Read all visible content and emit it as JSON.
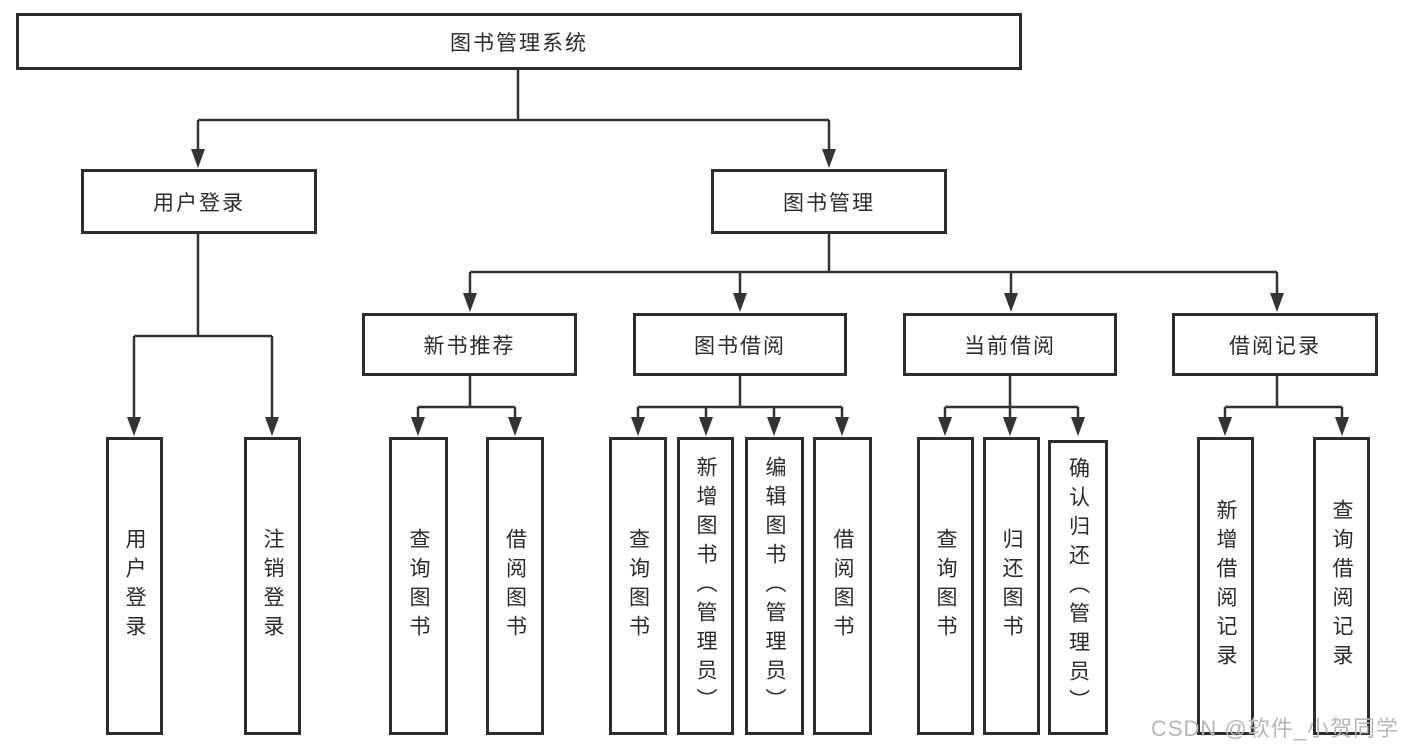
{
  "diagram": {
    "root": {
      "label": "图书管理系统"
    },
    "level2": [
      {
        "label": "用户登录"
      },
      {
        "label": "图书管理"
      }
    ],
    "level3": [
      {
        "label": "新书推荐"
      },
      {
        "label": "图书借阅"
      },
      {
        "label": "当前借阅"
      },
      {
        "label": "借阅记录"
      }
    ],
    "leaves": {
      "user_login": [
        "用户登录",
        "注销登录"
      ],
      "new_books": [
        "查询图书",
        "借阅图书"
      ],
      "borrowing": [
        "查询图书",
        "新增图书（管理员）",
        "编辑图书（管理员）",
        "借阅图书"
      ],
      "current": [
        "查询图书",
        "归还图书",
        "确认归还（管理员）"
      ],
      "records": [
        "新增借阅记录",
        "查询借阅记录"
      ]
    }
  },
  "watermark": {
    "text": "CSDN @软件_小贺同学",
    "color": "#b9b5b5"
  },
  "colors": {
    "line": "#333333",
    "box_border": "#2d2d2d",
    "background": "#ffffff"
  }
}
